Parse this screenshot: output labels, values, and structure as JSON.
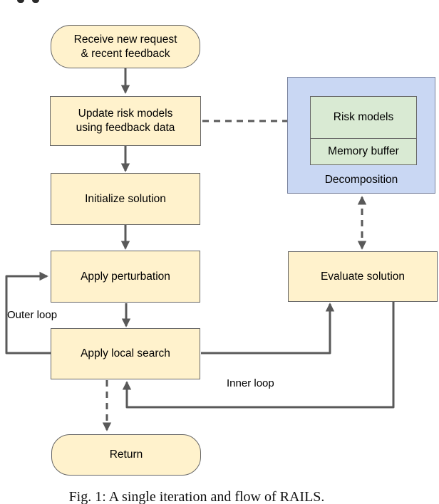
{
  "colors": {
    "line": "#595959",
    "ink": "#000000",
    "yellow-fill": "#fff2cc",
    "yellow-border": "#666666",
    "green-fill": "#d9ead3",
    "green-border": "#666666",
    "blue-fill": "#c9d7f3",
    "blue-border": "#77809c",
    "caption-ink": "#111111"
  },
  "nodes": {
    "receive": {
      "label": "Receive new request\n& recent feedback"
    },
    "update": {
      "label": "Update risk models\nusing feedback data"
    },
    "initialize": {
      "label": "Initialize solution"
    },
    "perturbation": {
      "label": "Apply perturbation"
    },
    "local_search": {
      "label": "Apply local search"
    },
    "return": {
      "label": "Return"
    },
    "risk_models": {
      "label": "Risk models"
    },
    "memory_buffer": {
      "label": "Memory buffer"
    },
    "evaluate": {
      "label": "Evaluate solution"
    }
  },
  "labels": {
    "decomposition": "Decomposition",
    "outer_loop": "Outer loop",
    "inner_loop": "Inner loop"
  },
  "caption": "Fig. 1: A single iteration and flow of RAILS."
}
